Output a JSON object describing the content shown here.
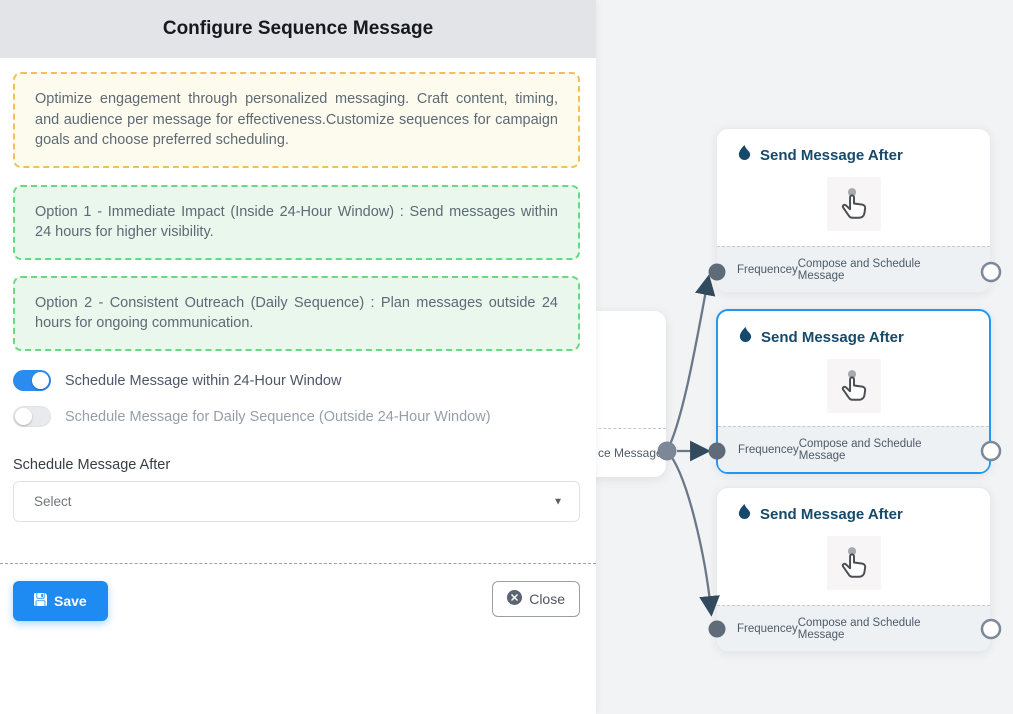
{
  "panel": {
    "title": "Configure Sequence Message",
    "info_text": "Optimize engagement through personalized messaging. Craft content, timing, and audience per message for effectiveness.Customize sequences for campaign goals and choose preferred scheduling.",
    "option1_text": "Option 1 - Immediate Impact (Inside 24-Hour Window) : Send messages within 24 hours for higher visibility.",
    "option2_text": "Option 2 - Consistent Outreach (Daily Sequence) : Plan messages outside 24 hours for ongoing communication.",
    "toggle_within_label": "Schedule Message within 24-Hour Window",
    "toggle_within_on": true,
    "toggle_daily_label": "Schedule Message for Daily Sequence (Outside 24-Hour Window)",
    "toggle_daily_on": false,
    "schedule_after_label": "Schedule Message After",
    "select_value": "Select",
    "save_label": "Save",
    "close_label": "Close"
  },
  "canvas": {
    "source_node_footer_visible": "ce Message",
    "nodes": [
      {
        "title": "Send Message After",
        "footer_left": "Frequencey",
        "footer_right": "Compose and Schedule Message",
        "selected": false
      },
      {
        "title": "Send Message After",
        "footer_left": "Frequencey",
        "footer_right": "Compose and Schedule Message",
        "selected": true
      },
      {
        "title": "Send Message After",
        "footer_left": "Frequencey",
        "footer_right": "Compose and Schedule Message",
        "selected": false
      }
    ],
    "colors": {
      "accent_blue": "#1d8bf1",
      "selected_border": "#2196f3",
      "node_title": "#174a6a",
      "edge": "#6b7888",
      "warning_border": "#f2bf58",
      "success_border": "#66d981"
    }
  }
}
